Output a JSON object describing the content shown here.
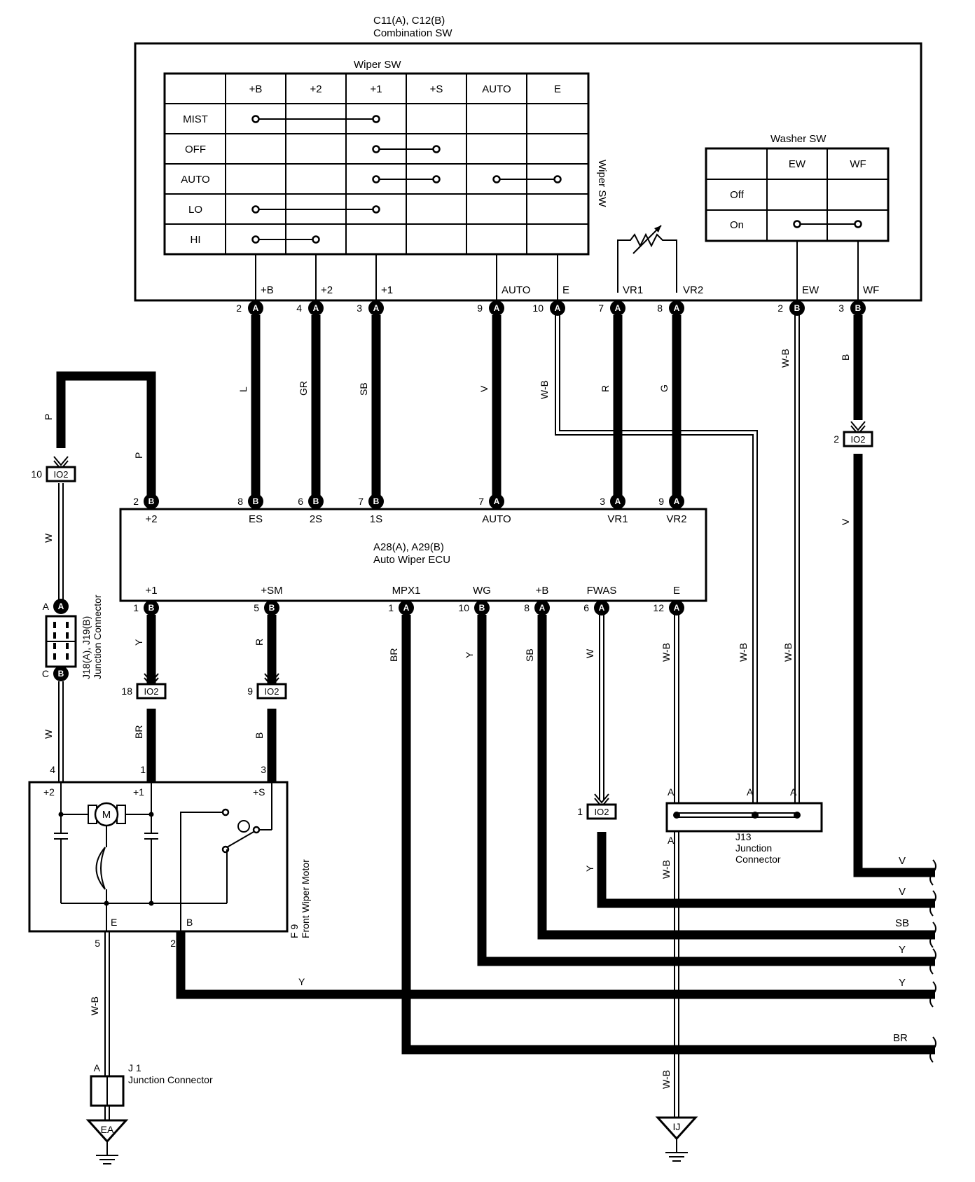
{
  "combination_sw": {
    "ref": "C11(A), C12(B)",
    "name": "Combination SW"
  },
  "wiper_sw": {
    "title": "Wiper SW",
    "side_label": "Wiper SW",
    "columns": [
      "+B",
      "+2",
      "+1",
      "+S",
      "AUTO",
      "E"
    ],
    "rows": [
      "MIST",
      "OFF",
      "AUTO",
      "LO",
      "HI"
    ]
  },
  "washer_sw": {
    "title": "Washer SW",
    "columns": [
      "EW",
      "WF"
    ],
    "rows": [
      "Off",
      "On"
    ]
  },
  "comb_terminals": [
    {
      "name": "+B",
      "pin": "2",
      "conn": "A",
      "wire": "L"
    },
    {
      "name": "+2",
      "pin": "4",
      "conn": "A",
      "wire": "GR"
    },
    {
      "name": "+1",
      "pin": "3",
      "conn": "A",
      "wire": "SB"
    },
    {
      "name": "AUTO",
      "pin": "9",
      "conn": "A",
      "wire": "V"
    },
    {
      "name": "E",
      "pin": "10",
      "conn": "A",
      "wire": "W-B"
    },
    {
      "name": "VR1",
      "pin": "7",
      "conn": "A",
      "wire": "R"
    },
    {
      "name": "VR2",
      "pin": "8",
      "conn": "A",
      "wire": "G"
    },
    {
      "name": "EW",
      "pin": "2",
      "conn": "B",
      "wire": "W-B"
    },
    {
      "name": "WF",
      "pin": "3",
      "conn": "B",
      "wire": "B"
    }
  ],
  "ecu": {
    "ref": "A28(A), A29(B)",
    "name": "Auto Wiper ECU",
    "top_terminals": [
      {
        "name": "+2",
        "pin": "2",
        "conn": "B"
      },
      {
        "name": "ES",
        "pin": "8",
        "conn": "B"
      },
      {
        "name": "2S",
        "pin": "6",
        "conn": "B"
      },
      {
        "name": "1S",
        "pin": "7",
        "conn": "B"
      },
      {
        "name": "AUTO",
        "pin": "7",
        "conn": "A"
      },
      {
        "name": "VR1",
        "pin": "3",
        "conn": "A"
      },
      {
        "name": "VR2",
        "pin": "9",
        "conn": "A"
      }
    ],
    "bottom_terminals": [
      {
        "name": "+1",
        "pin": "1",
        "conn": "B",
        "wire": "Y"
      },
      {
        "name": "+SM",
        "pin": "5",
        "conn": "B",
        "wire": "R"
      },
      {
        "name": "MPX1",
        "pin": "1",
        "conn": "A",
        "wire": "BR"
      },
      {
        "name": "WG",
        "pin": "10",
        "conn": "B",
        "wire": "Y"
      },
      {
        "name": "+B",
        "pin": "8",
        "conn": "A",
        "wire": "SB"
      },
      {
        "name": "FWAS",
        "pin": "6",
        "conn": "A",
        "wire": "W"
      },
      {
        "name": "E",
        "pin": "12",
        "conn": "A",
        "wire": "W-B"
      }
    ]
  },
  "io2": "IO2",
  "io2_pins": {
    "left": "10",
    "wf": "2",
    "m1": "18",
    "msm": "9",
    "fwas": "1"
  },
  "p_wire": "P",
  "j18": {
    "name1": "J18(A), J19(B)",
    "name2": "Junction Connector",
    "pin_a": "A",
    "pin_c": "C",
    "conn_a": "A",
    "conn_b": "B",
    "wire": "W"
  },
  "motor": {
    "name1": "F 9",
    "name2": "Front Wiper Motor",
    "terminals": [
      "+2",
      "+1",
      "+S",
      "E",
      "B"
    ],
    "pins": {
      "p2": "4",
      "p1": "1",
      "ps": "3",
      "e": "5",
      "b": "2"
    },
    "wires": {
      "w_p2": "W",
      "w_p1": "BR",
      "w_ps": "B",
      "w_e": "W-B",
      "w_b": "Y"
    },
    "symbol": "M"
  },
  "j13": {
    "name1": "J13",
    "name2": "Junction",
    "name3": "Connector",
    "pin": "A"
  },
  "j1": {
    "name1": "J 1",
    "name2": "Junction Connector",
    "pin": "A"
  },
  "grounds": [
    "EA",
    "IJ"
  ],
  "right_wires": [
    "V",
    "V",
    "SB",
    "Y",
    "Y",
    "BR"
  ],
  "misc_wires": {
    "fwas_low": "Y",
    "ew_branch": "W-B",
    "wb_ecu_e": "W-B",
    "wb_ij": "W-B",
    "wb_j13a": "W-B",
    "wf_low": "V"
  }
}
